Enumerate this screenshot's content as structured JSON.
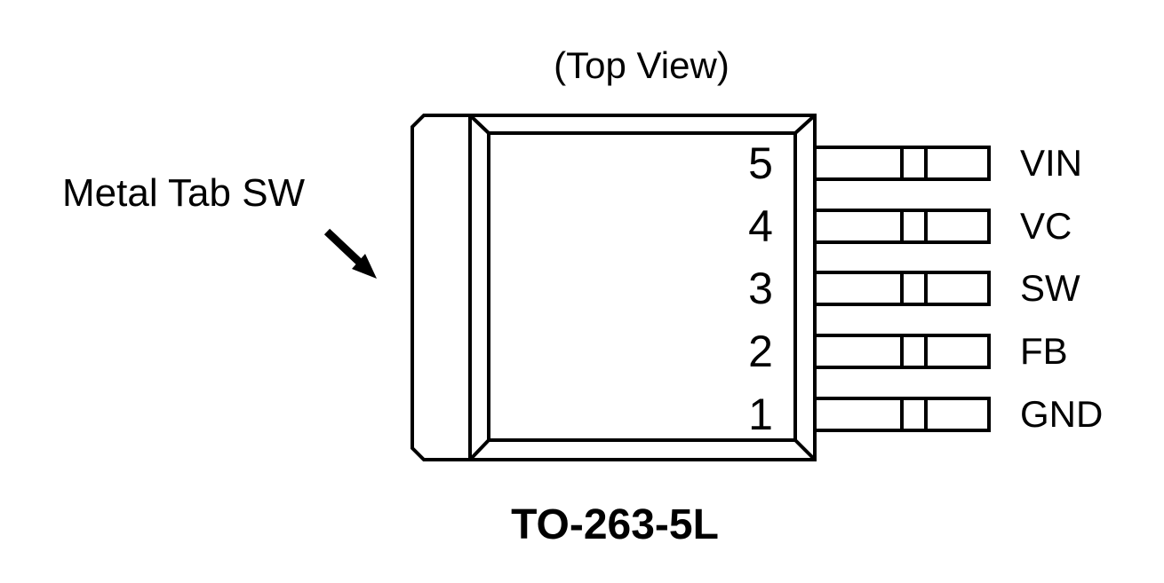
{
  "diagram": {
    "view_label": "(Top View)",
    "tab_label": "Metal Tab SW",
    "package_name": "TO-263-5L",
    "pins": [
      {
        "number": "5",
        "name": "VIN"
      },
      {
        "number": "4",
        "name": "VC"
      },
      {
        "number": "3",
        "name": "SW"
      },
      {
        "number": "2",
        "name": "FB"
      },
      {
        "number": "1",
        "name": "GND"
      }
    ],
    "colors": {
      "line": "#000000",
      "text": "#000000",
      "background": "#ffffff"
    }
  }
}
